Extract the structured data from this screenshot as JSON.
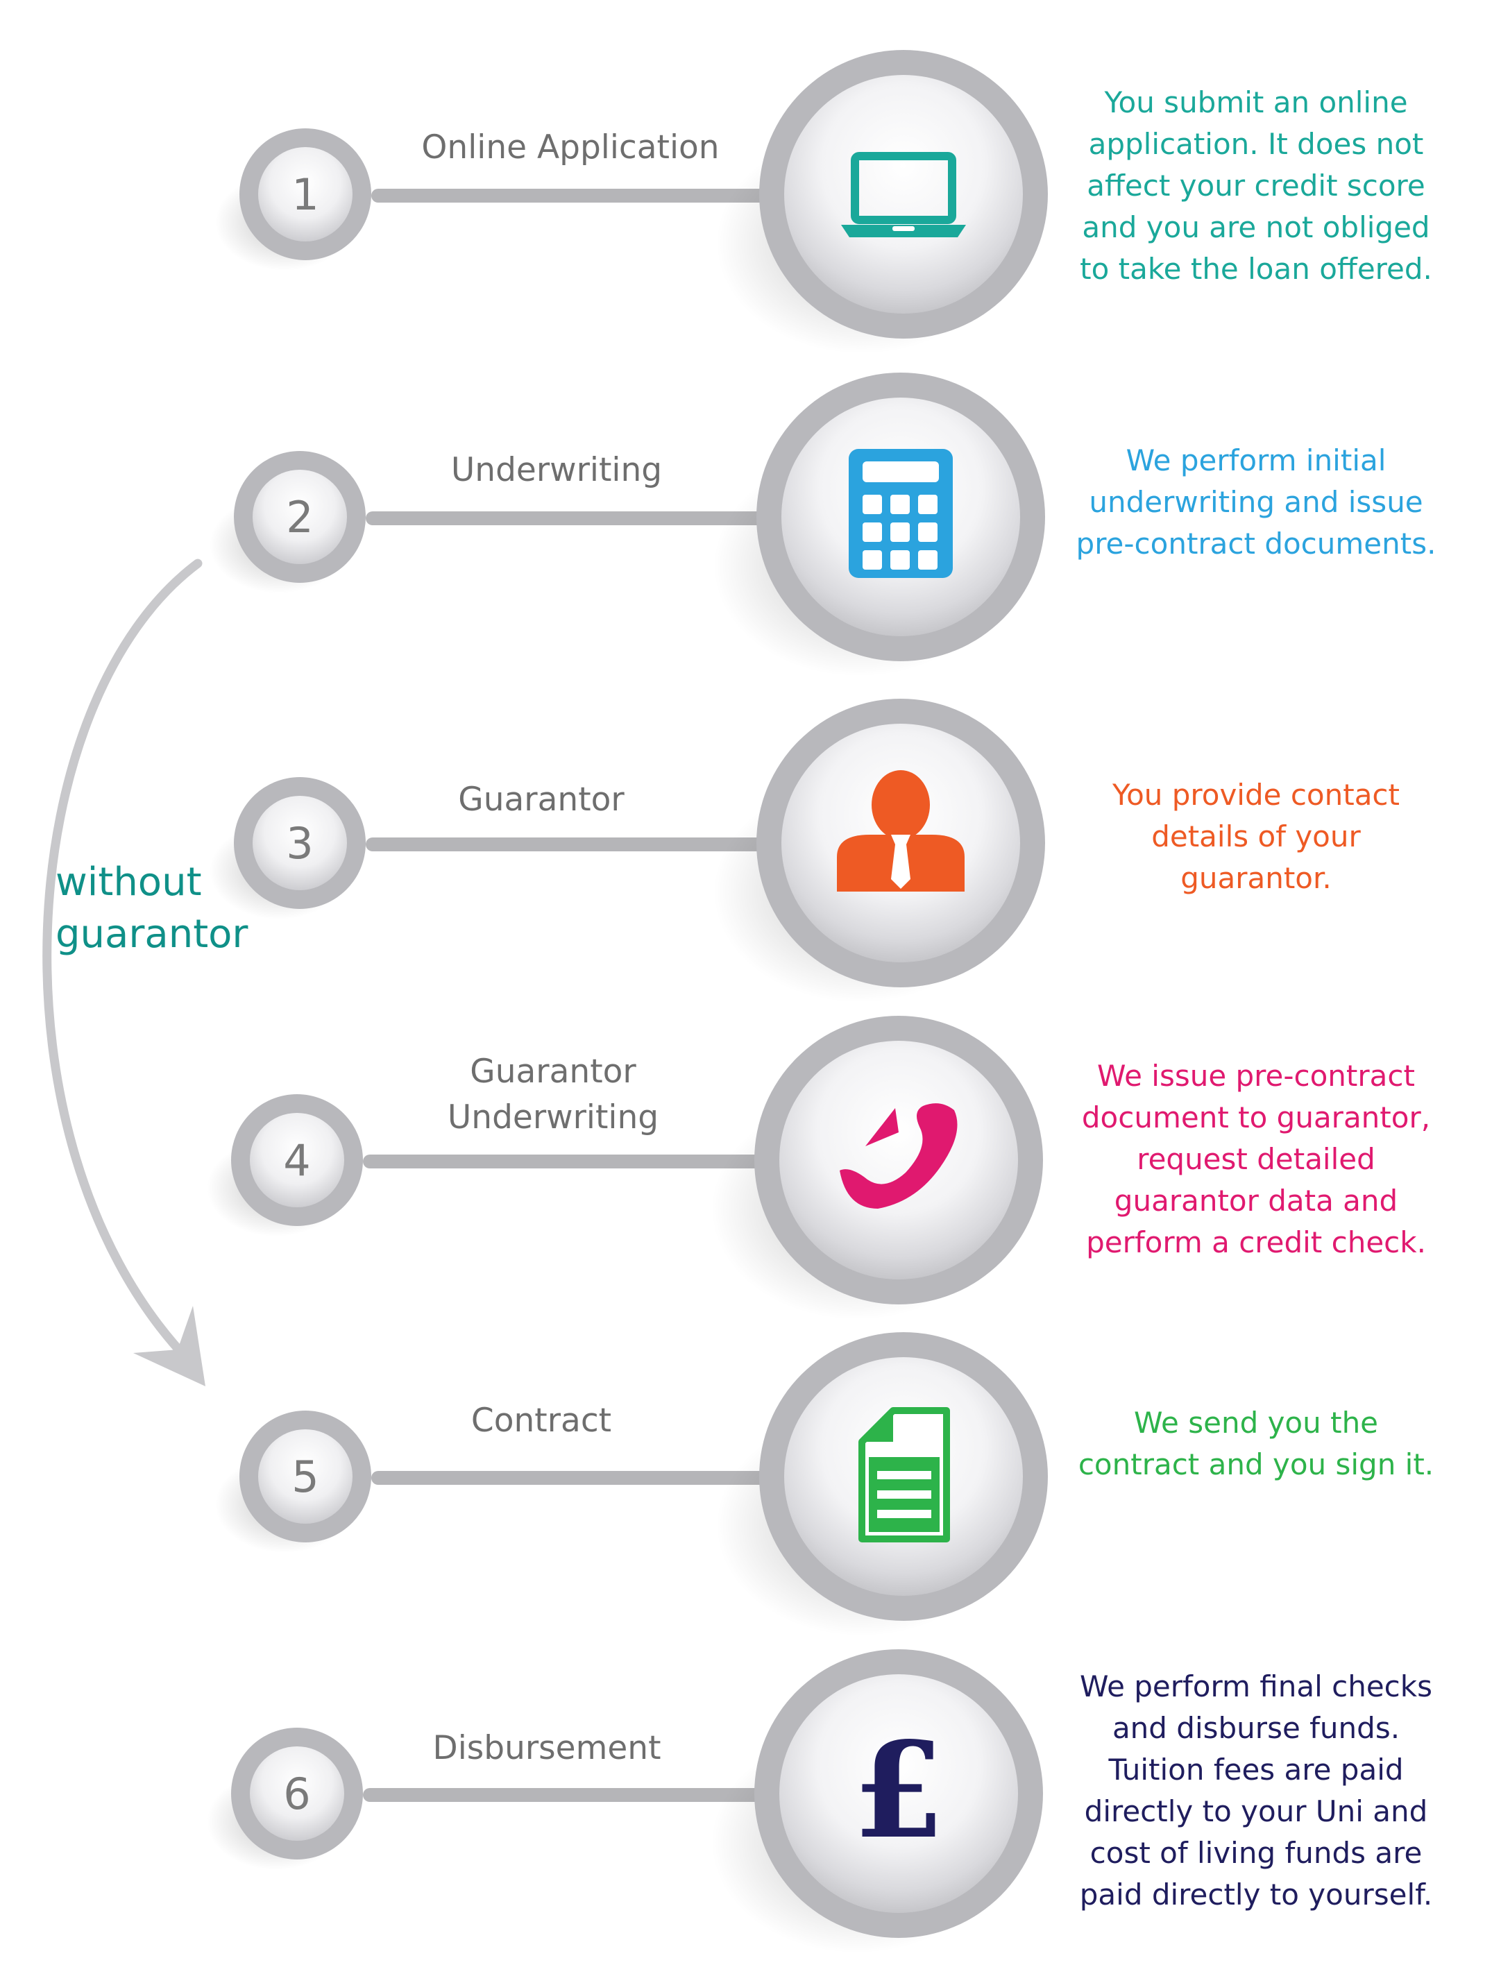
{
  "steps": [
    {
      "number": "1",
      "label": [
        "Online Application"
      ],
      "icon": "laptop-icon",
      "color": "#1aa89a",
      "description": [
        "You submit an online",
        "application. It does not",
        "affect your credit score",
        "and you are not obliged",
        "to take the loan offered."
      ]
    },
    {
      "number": "2",
      "label": [
        "Underwriting"
      ],
      "icon": "calculator-icon",
      "color": "#2ba3de",
      "description": [
        "We perform initial",
        "underwriting and issue",
        "pre-contract documents."
      ]
    },
    {
      "number": "3",
      "label": [
        "Guarantor"
      ],
      "icon": "person-icon",
      "color": "#ee5a24",
      "description": [
        "You provide contact",
        "details of your",
        "guarantor."
      ]
    },
    {
      "number": "4",
      "label": [
        "Guarantor",
        "Underwriting"
      ],
      "icon": "phone-icon",
      "color": "#e0196f",
      "description": [
        "We issue pre-contract",
        "document to guarantor,",
        "request detailed",
        "guarantor data and",
        "perform a credit check."
      ]
    },
    {
      "number": "5",
      "label": [
        "Contract"
      ],
      "icon": "document-icon",
      "color": "#2db34a",
      "description": [
        "We send you the",
        "contract and you sign it."
      ]
    },
    {
      "number": "6",
      "label": [
        "Disbursement"
      ],
      "icon": "pound-icon",
      "color": "#1f1d5e",
      "description": [
        "We perform final checks",
        "and disburse funds.",
        "Tuition fees are paid",
        "directly to your Uni and",
        "cost of living funds are",
        "paid directly to yourself."
      ]
    }
  ],
  "side_note": [
    "without",
    "guarantor"
  ],
  "colors": {
    "side_note": "#0f9088",
    "arrow": "#c8c8cb",
    "connector": "#b5b5b8"
  }
}
